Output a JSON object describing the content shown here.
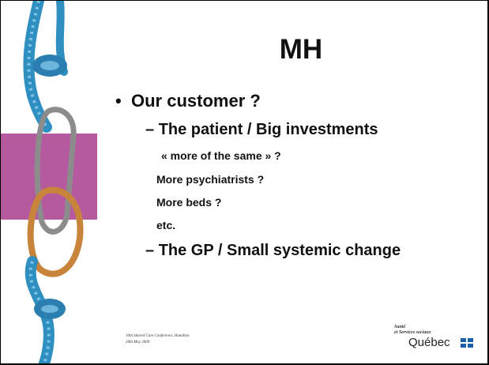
{
  "slide": {
    "title": "MH",
    "bullet": "•",
    "level1": "Our customer ?",
    "dash": "–",
    "level2": [
      "The patient / Big investments",
      "The GP / Small systemic change"
    ],
    "level3": [
      "« more of the same » ?",
      "More psychiatrists ?",
      "More beds ?",
      "etc."
    ],
    "footer": {
      "line1": "10th Shared Care Conference, Hamilton",
      "line2": "29th May 2009"
    },
    "logo": {
      "line1": "Santé",
      "line2": "et Services sociaux",
      "name": "Québec"
    }
  },
  "colors": {
    "background": "#ffffff",
    "border": "#000000",
    "accent_band": "#b55a9e",
    "rope": "#2f8fc0",
    "carabiner_orange": "#c8843a",
    "carabiner_grey": "#8c8c8c",
    "flag": "#1a5ea8"
  }
}
